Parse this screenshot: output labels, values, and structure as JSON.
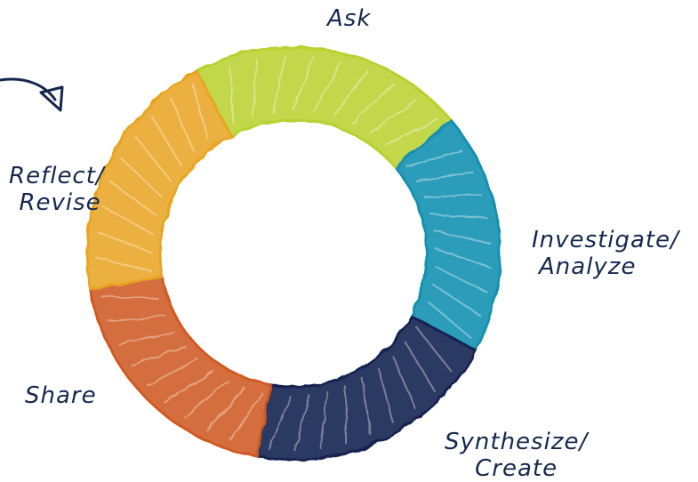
{
  "diagram": {
    "stages": [
      {
        "id": "ask",
        "lines": [
          "Ask"
        ],
        "color": "#b9d130"
      },
      {
        "id": "investigate",
        "lines": [
          "Investigate/",
          "Analyze"
        ],
        "color": "#1390b0"
      },
      {
        "id": "synthesize",
        "lines": [
          "Synthesize/",
          "Create"
        ],
        "color": "#13204f"
      },
      {
        "id": "share",
        "lines": [
          "Share"
        ],
        "color": "#cf5a22"
      },
      {
        "id": "reflect",
        "lines": [
          "Reflect/",
          "Revise"
        ],
        "color": "#e8a523"
      }
    ],
    "label_color": "#16284f",
    "arrow_color": "#16284f"
  }
}
